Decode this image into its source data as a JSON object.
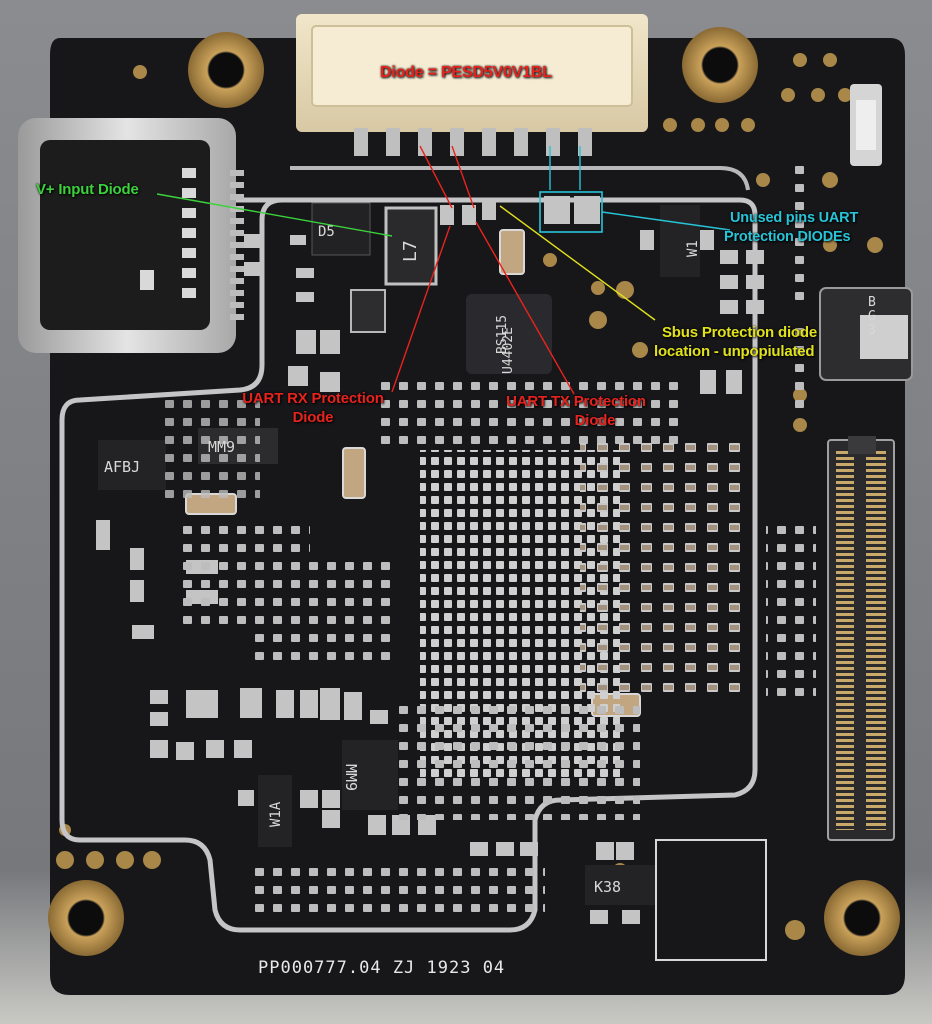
{
  "annotations": {
    "diode_header": "Diode = PESD5V0V1BL",
    "vplus_input": "V+ Input Diode",
    "uart_unused_line1": "Unused pins UART",
    "uart_unused_line2": "Protection DIODEs",
    "sbus_line1": "Sbus Protection diode",
    "sbus_line2": "location - unpopiulated",
    "uart_rx_line1": "UART RX Protection",
    "uart_rx_line2": "Diode",
    "uart_tx_line1": "UART TX Protection",
    "uart_tx_line2": "Diode"
  },
  "silkscreen": {
    "board_id": "PP000777.04 ZJ 1923 04"
  },
  "chip_markings": {
    "d5": "D5",
    "l7": "L7",
    "w1_top": "W1",
    "main_ic_line1": "BS115",
    "main_ic_line2": "U4402E",
    "afbj": "AFBJ",
    "mm9_left": "MM9",
    "mm9_bottom": "MM9",
    "w1a": "W1A",
    "k38": "K38",
    "sw_a": "B",
    "sw_b": "G",
    "sw_c": "3"
  },
  "colors": {
    "red": "#e8231e",
    "green": "#3bd23b",
    "cyan": "#27c4d8",
    "yellow": "#e2e21c",
    "pcb": "#18181b",
    "gold": "#b08a4a"
  }
}
